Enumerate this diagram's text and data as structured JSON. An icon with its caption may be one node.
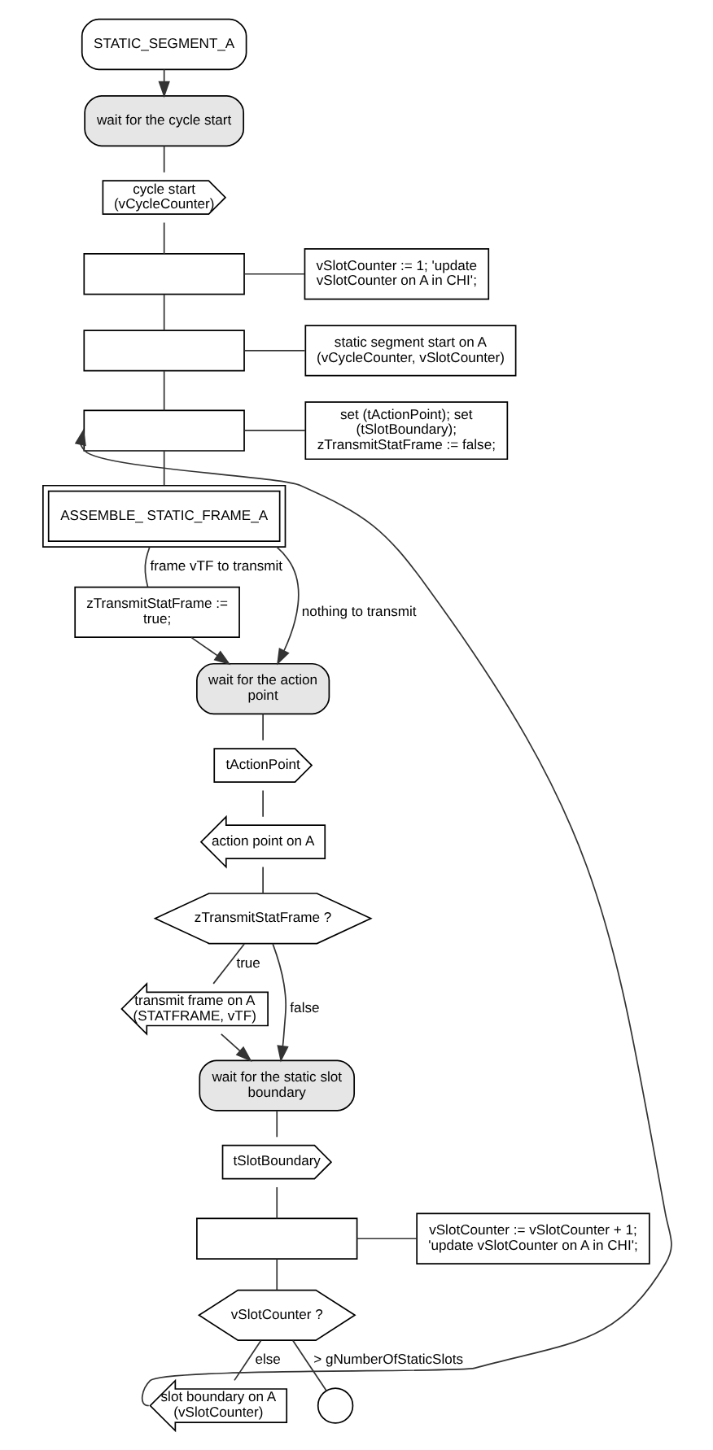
{
  "diagram": {
    "nodes": [
      {
        "text": [
          "STATIC_SEGMENT_A"
        ]
      },
      {
        "text": [
          "wait for the cycle start"
        ]
      },
      {
        "text": [
          "cycle start (vCycleCounter)"
        ]
      },
      {
        "text": [],
        "shape": "box"
      },
      {
        "text": [
          "vSlotCounter := 1; 'update vSlotCounter on A in CHI';"
        ]
      },
      {
        "text": [],
        "shape": "box"
      },
      {
        "text": [
          "static segment start on A (vCycleCounter, vSlotCounter)"
        ]
      },
      {
        "text": [],
        "shape": "box"
      },
      {
        "text": [
          "set (tActionPoint); set (tSlotBoundary); zTransmitStatFrame := false;"
        ]
      },
      {
        "text": [
          "ASSEMBLE_ STATIC_FRAME_A"
        ]
      },
      {
        "text": [
          "zTransmitStatFrame := true;"
        ]
      },
      {
        "text": [
          "wait for the action point"
        ]
      },
      {
        "text": [
          "tActionPoint"
        ]
      },
      {
        "text": [
          "action point on A"
        ]
      },
      {
        "text": [
          "zTransmitStatFrame ?"
        ]
      },
      {
        "text": [
          "transmit frame on A (STATFRAME, vTF)"
        ]
      },
      {
        "text": [
          "wait for the static slot boundary"
        ]
      },
      {
        "text": [
          "tSlotBoundary"
        ]
      },
      {
        "text": [],
        "shape": "box"
      },
      {
        "text": [
          "vSlotCounter := vSlotCounter + 1; 'update vSlotCounter on A in CHI';"
        ]
      },
      {
        "text": [
          "vSlotCounter ?"
        ]
      },
      {
        "text": [
          "slot boundary on A (vSlotCounter)"
        ]
      },
      {
        "text": [],
        "shape": "circle"
      }
    ],
    "edges": [
      {
        "from": 0,
        "to": 1,
        "arrow": "to"
      },
      {
        "from": 1,
        "to": 2,
        "arrow": "none"
      },
      {
        "from": 2,
        "to": 3,
        "arrow": "none"
      },
      {
        "from": 3,
        "to": 4,
        "arrow": "none"
      },
      {
        "from": 3,
        "to": 5,
        "arrow": "none"
      },
      {
        "from": 5,
        "to": 6,
        "arrow": "none"
      },
      {
        "from": 5,
        "to": 7,
        "arrow": "none"
      },
      {
        "from": 21,
        "to": 7,
        "arrow": "to"
      },
      {
        "from": 7,
        "to": 8,
        "arrow": "none"
      },
      {
        "from": 7,
        "to": 9,
        "arrow": "none"
      },
      {
        "from": 9,
        "to": 10,
        "label": "frame vTF to transmit",
        "arrow": "none"
      },
      {
        "from": 9,
        "to": 11,
        "label": "nothing to transmit",
        "arrow": "to"
      },
      {
        "from": 10,
        "to": 11,
        "arrow": "to"
      },
      {
        "from": 11,
        "to": 12,
        "arrow": "none"
      },
      {
        "from": 12,
        "to": 13,
        "arrow": "none"
      },
      {
        "from": 13,
        "to": 14,
        "arrow": "none"
      },
      {
        "from": 14,
        "to": 15,
        "label": "true",
        "arrow": "none"
      },
      {
        "from": 14,
        "to": 16,
        "label": "false",
        "arrow": "to"
      },
      {
        "from": 15,
        "to": 16,
        "arrow": "to"
      },
      {
        "from": 16,
        "to": 17,
        "arrow": "none"
      },
      {
        "from": 17,
        "to": 18,
        "arrow": "none"
      },
      {
        "from": 18,
        "to": 19,
        "arrow": "none"
      },
      {
        "from": 18,
        "to": 20,
        "arrow": "none"
      },
      {
        "from": 20,
        "to": 21,
        "label": "else",
        "arrow": "none"
      },
      {
        "from": 20,
        "to": 22,
        "label": "> gNumberOfStaticSlots",
        "arrow": "none"
      }
    ]
  }
}
